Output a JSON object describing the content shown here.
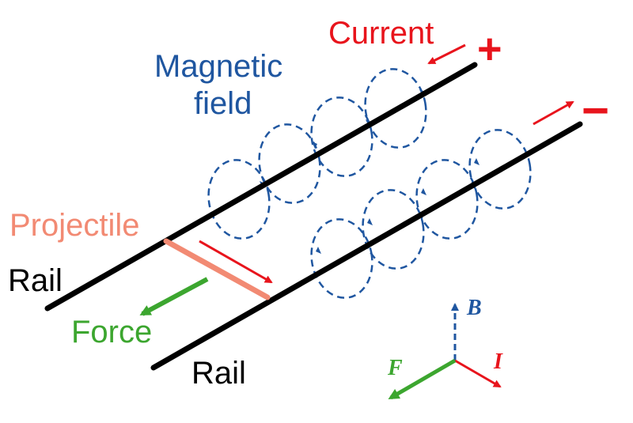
{
  "labels": {
    "current": "Current",
    "plus": "+",
    "minus": "−",
    "magnetic_line1": "Magnetic",
    "magnetic_line2": "field",
    "projectile": "Projectile",
    "rail_top": "Rail",
    "force": "Force",
    "rail_bottom": "Rail",
    "axis_B": "B",
    "axis_F": "F",
    "axis_I": "I"
  },
  "colors": {
    "rail": "#000000",
    "current": "#e8141c",
    "magnetic": "#1f56a0",
    "projectile": "#f28a73",
    "force": "#3ca62f",
    "text": "#000000"
  }
}
